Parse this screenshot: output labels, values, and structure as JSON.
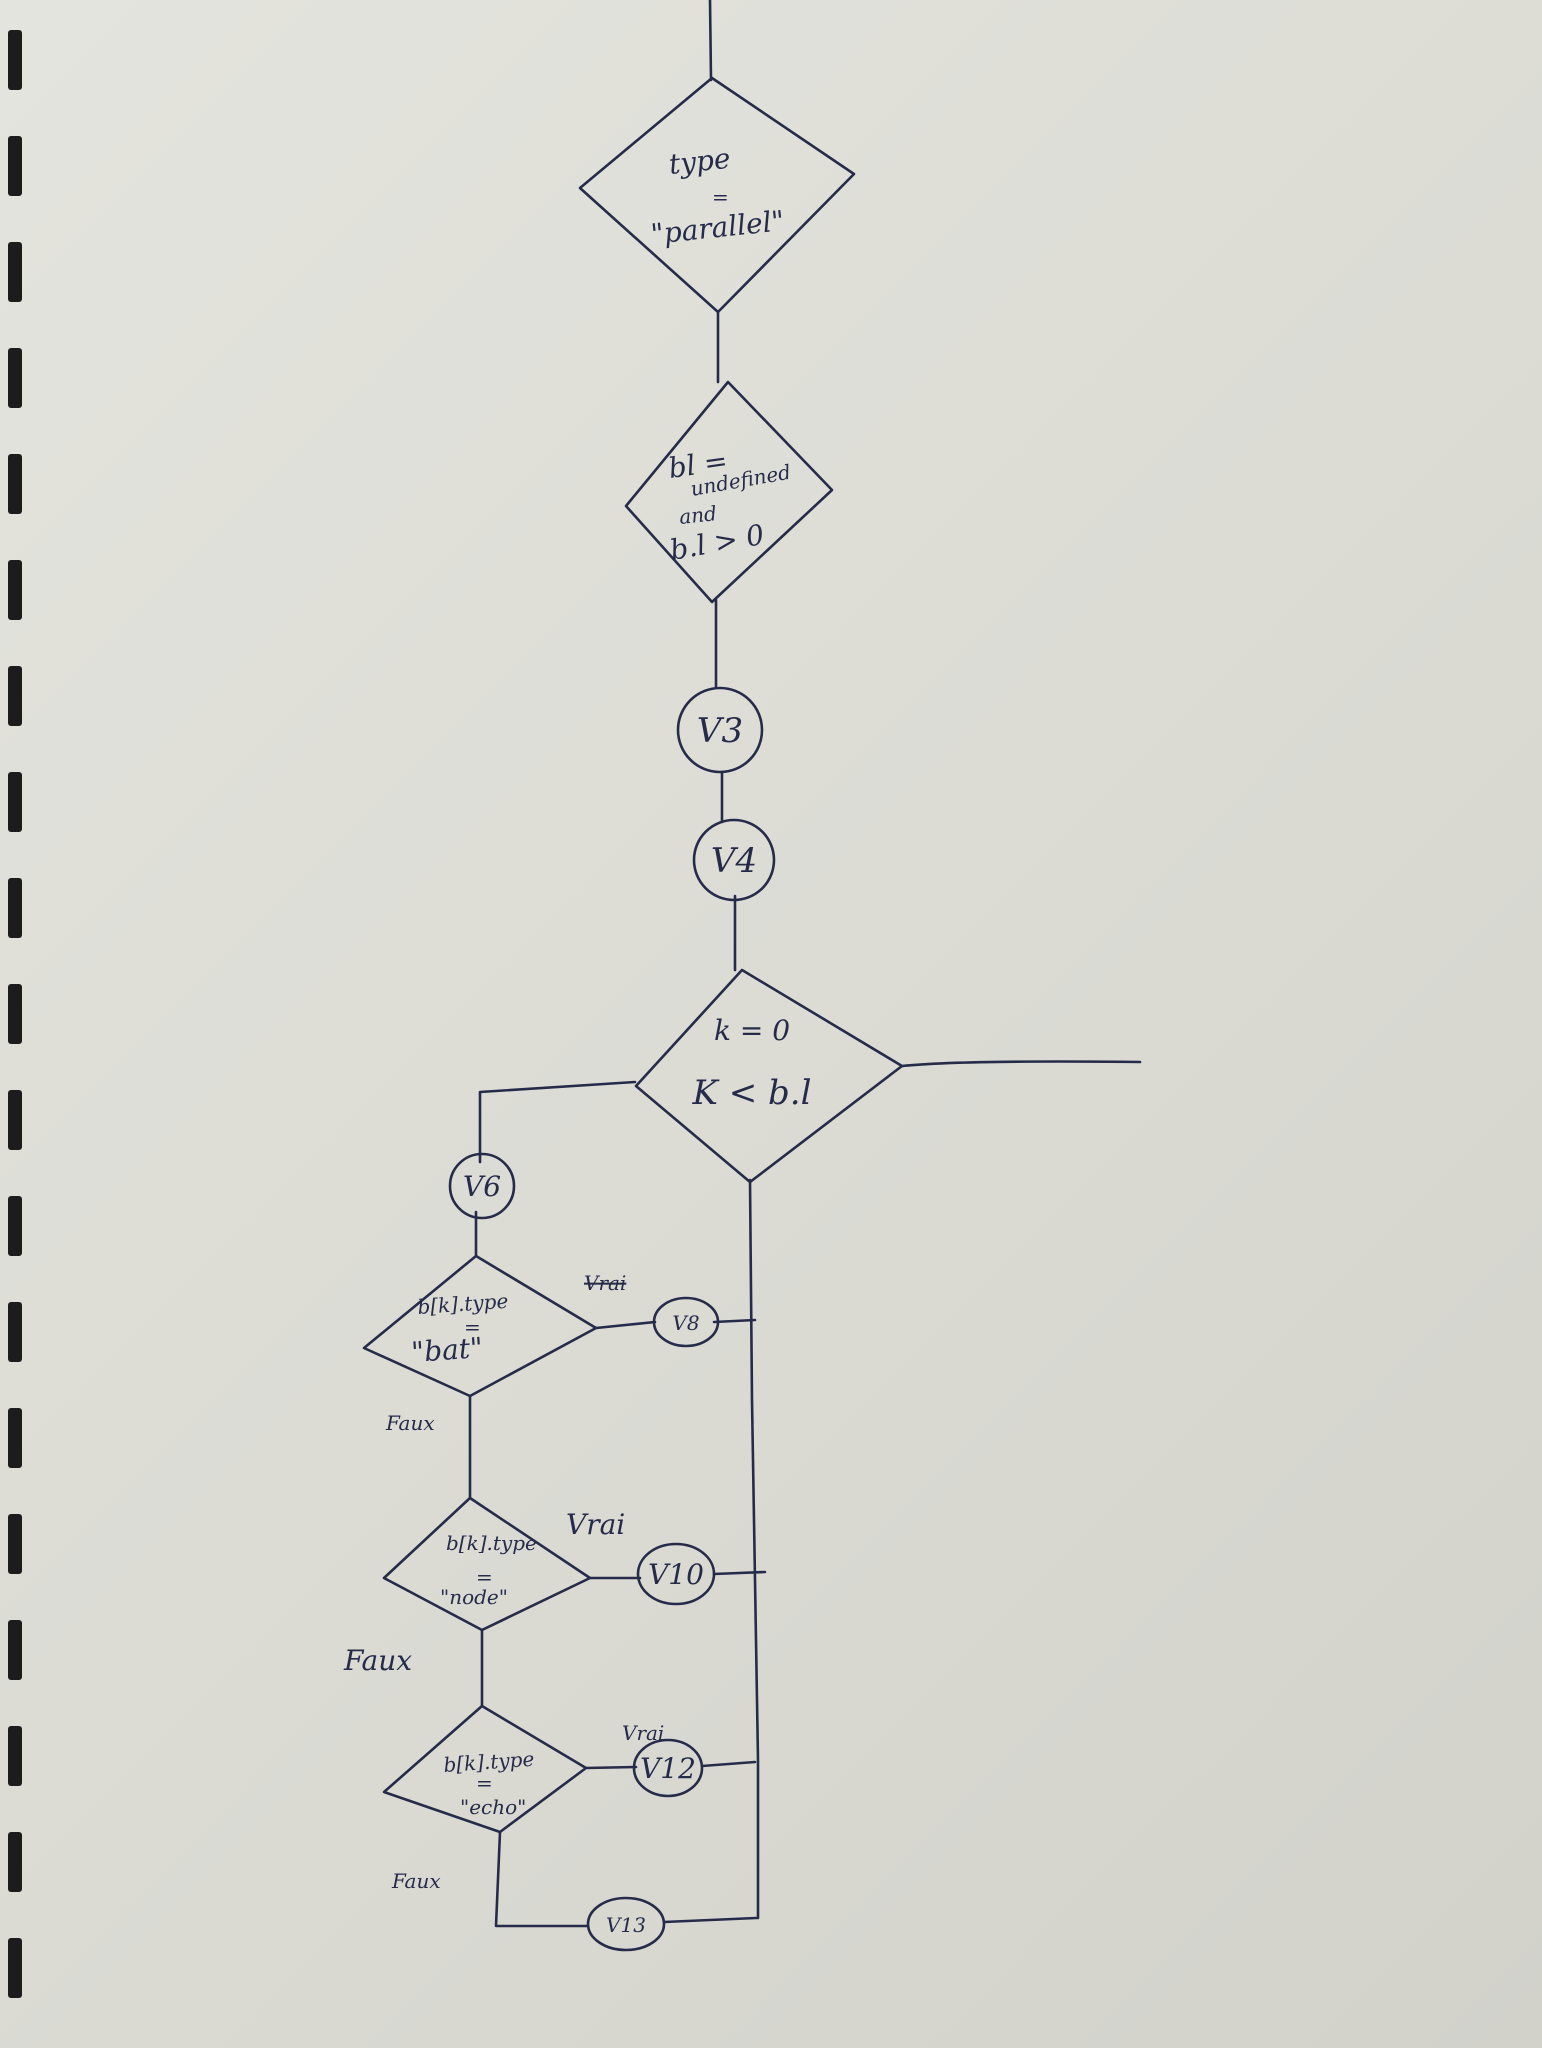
{
  "decisions": {
    "type_parallel": [
      "type",
      "=",
      "\"parallel\""
    ],
    "bl_undefined": [
      "bl =",
      "undefined",
      "and",
      "b.l > 0"
    ],
    "k_loop": [
      "k = 0",
      "K < b.l"
    ],
    "type_bat": [
      "b[k].type",
      "=",
      "\"bat\""
    ],
    "type_node": [
      "b[k].type",
      "=",
      "\"node\""
    ],
    "type_echo": [
      "b[k].type",
      "=",
      "\"echo\""
    ]
  },
  "nodes": {
    "v3": "V3",
    "v4": "V4",
    "v6": "V6",
    "v8": "V8",
    "v10": "V10",
    "v12": "V12",
    "v13": "V13"
  },
  "edge_labels": {
    "vrai_struck": "Vrai",
    "vrai_1": "Vrai",
    "vrai_2": "Vrai",
    "faux_1": "Faux",
    "faux_2": "Faux",
    "faux_3": "Faux"
  },
  "colors": {
    "ink": "#262b4a",
    "paper": "#e0e0da",
    "binding": "#1c1c1c"
  }
}
